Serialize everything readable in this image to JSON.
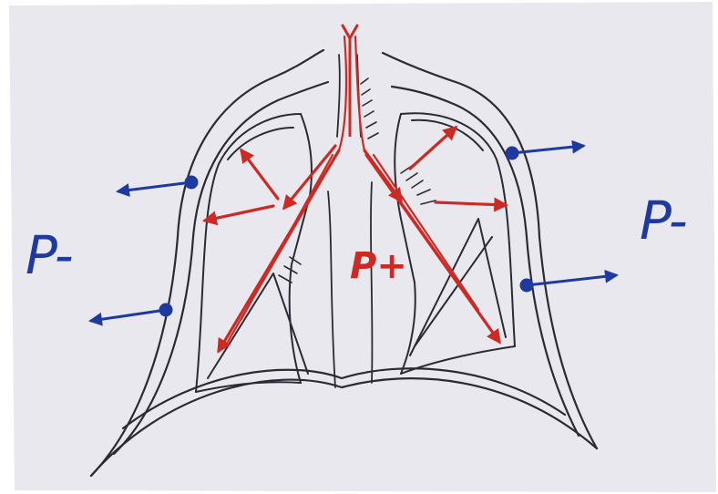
{
  "labels": {
    "left_pressure": "P-",
    "right_pressure": "P-",
    "center_pressure": "P+"
  },
  "colors": {
    "paper": "#e8e8ee",
    "paper_edge": "#ffffff",
    "pencil": "#2b2b36",
    "red": "#cc2a24",
    "blue": "#1f3a9e"
  }
}
